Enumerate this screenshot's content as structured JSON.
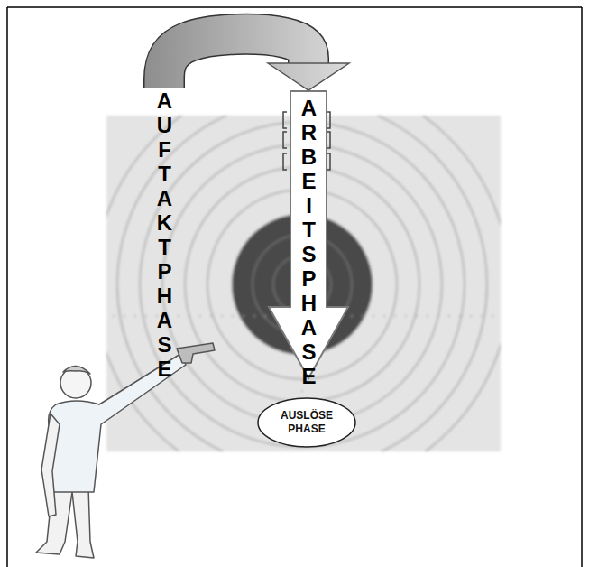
{
  "diagram": {
    "nodes": [
      {
        "text": [
          "AUFTAKTPHASE"
        ]
      },
      {
        "text": [
          "ARBEITSPHASE"
        ]
      },
      {
        "text": [
          "AUSLÖSE PHASE"
        ]
      }
    ],
    "edges": [
      {
        "from": 0,
        "to": 1,
        "arrow": "to"
      }
    ]
  }
}
